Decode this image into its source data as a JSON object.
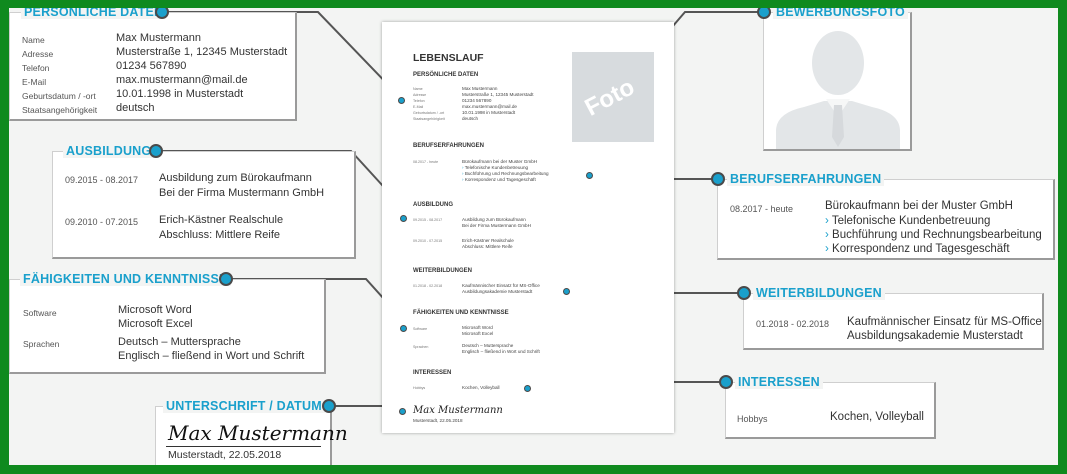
{
  "cv": {
    "heading": "LEBENSLAUF",
    "photo_label": "Foto",
    "sections": {
      "personal": "PERSÖNLICHE DATEN",
      "experience": "BERUFSERFAHRUNGEN",
      "education": "AUSBILDUNG",
      "training": "WEITERBILDUNGEN",
      "skills": "FÄHIGKEITEN UND KENNTNISSE",
      "interests": "INTERESSEN"
    },
    "signature": "Max Mustermann",
    "sign_place_date": "Musterstadt, 22.05.2018"
  },
  "personal": {
    "title": "PERSÖNLICHE DATEN",
    "rows": [
      {
        "label": "Name",
        "value": "Max Mustermann"
      },
      {
        "label": "Adresse",
        "value": "Musterstraße 1, 12345 Musterstadt"
      },
      {
        "label": "Telefon",
        "value": "01234 567890"
      },
      {
        "label": "E-Mail",
        "value": "max.mustermann@mail.de"
      },
      {
        "label": "Geburtsdatum / -ort",
        "value": "10.01.1998 in Musterstadt"
      },
      {
        "label": "Staatsangehörigkeit",
        "value": "deutsch"
      }
    ]
  },
  "education": {
    "title": "AUSBILDUNG",
    "items": [
      {
        "period": "09.2015 - 08.2017",
        "line1": "Ausbildung zum Bürokaufmann",
        "line2": "Bei der Firma Mustermann GmbH"
      },
      {
        "period": "09.2010 - 07.2015",
        "line1": "Erich-Kästner Realschule",
        "line2": "Abschluss: Mittlere Reife"
      }
    ]
  },
  "skills": {
    "title": "FÄHIGKEITEN UND KENNTNISSE",
    "rows": [
      {
        "label": "Software",
        "line1": "Microsoft Word",
        "line2": "Microsoft Excel"
      },
      {
        "label": "Sprachen",
        "line1": "Deutsch – Muttersprache",
        "line2": "Englisch – fließend in Wort und Schrift"
      }
    ]
  },
  "signature_box": {
    "title": "UNTERSCHRIFT / DATUM",
    "signature": "Max Mustermann",
    "place_date": "Musterstadt, 22.05.2018"
  },
  "photo_box": {
    "title": "BEWERBUNGSFOTO"
  },
  "experience": {
    "title": "BERUFSERFAHRUNGEN",
    "period": "08.2017 - heute",
    "company": "Bürokaufmann bei der Muster GmbH",
    "tasks": [
      "Telefonische Kundenbetreuung",
      "Buchführung und Rechnungsbearbeitung",
      "Korrespondenz und Tagesgeschäft"
    ]
  },
  "training": {
    "title": "WEITERBILDUNGEN",
    "period": "01.2018 - 02.2018",
    "line1": "Kaufmännischer Einsatz für MS-Office",
    "line2": "Ausbildungsakademie Musterstadt"
  },
  "interests": {
    "title": "INTERESSEN",
    "label": "Hobbys",
    "value": "Kochen, Volleyball"
  },
  "colors": {
    "accent": "#1aa0cc",
    "border": "#0f8a1e",
    "text": "#333333"
  },
  "icons": {
    "photo": "person-silhouette-icon"
  }
}
